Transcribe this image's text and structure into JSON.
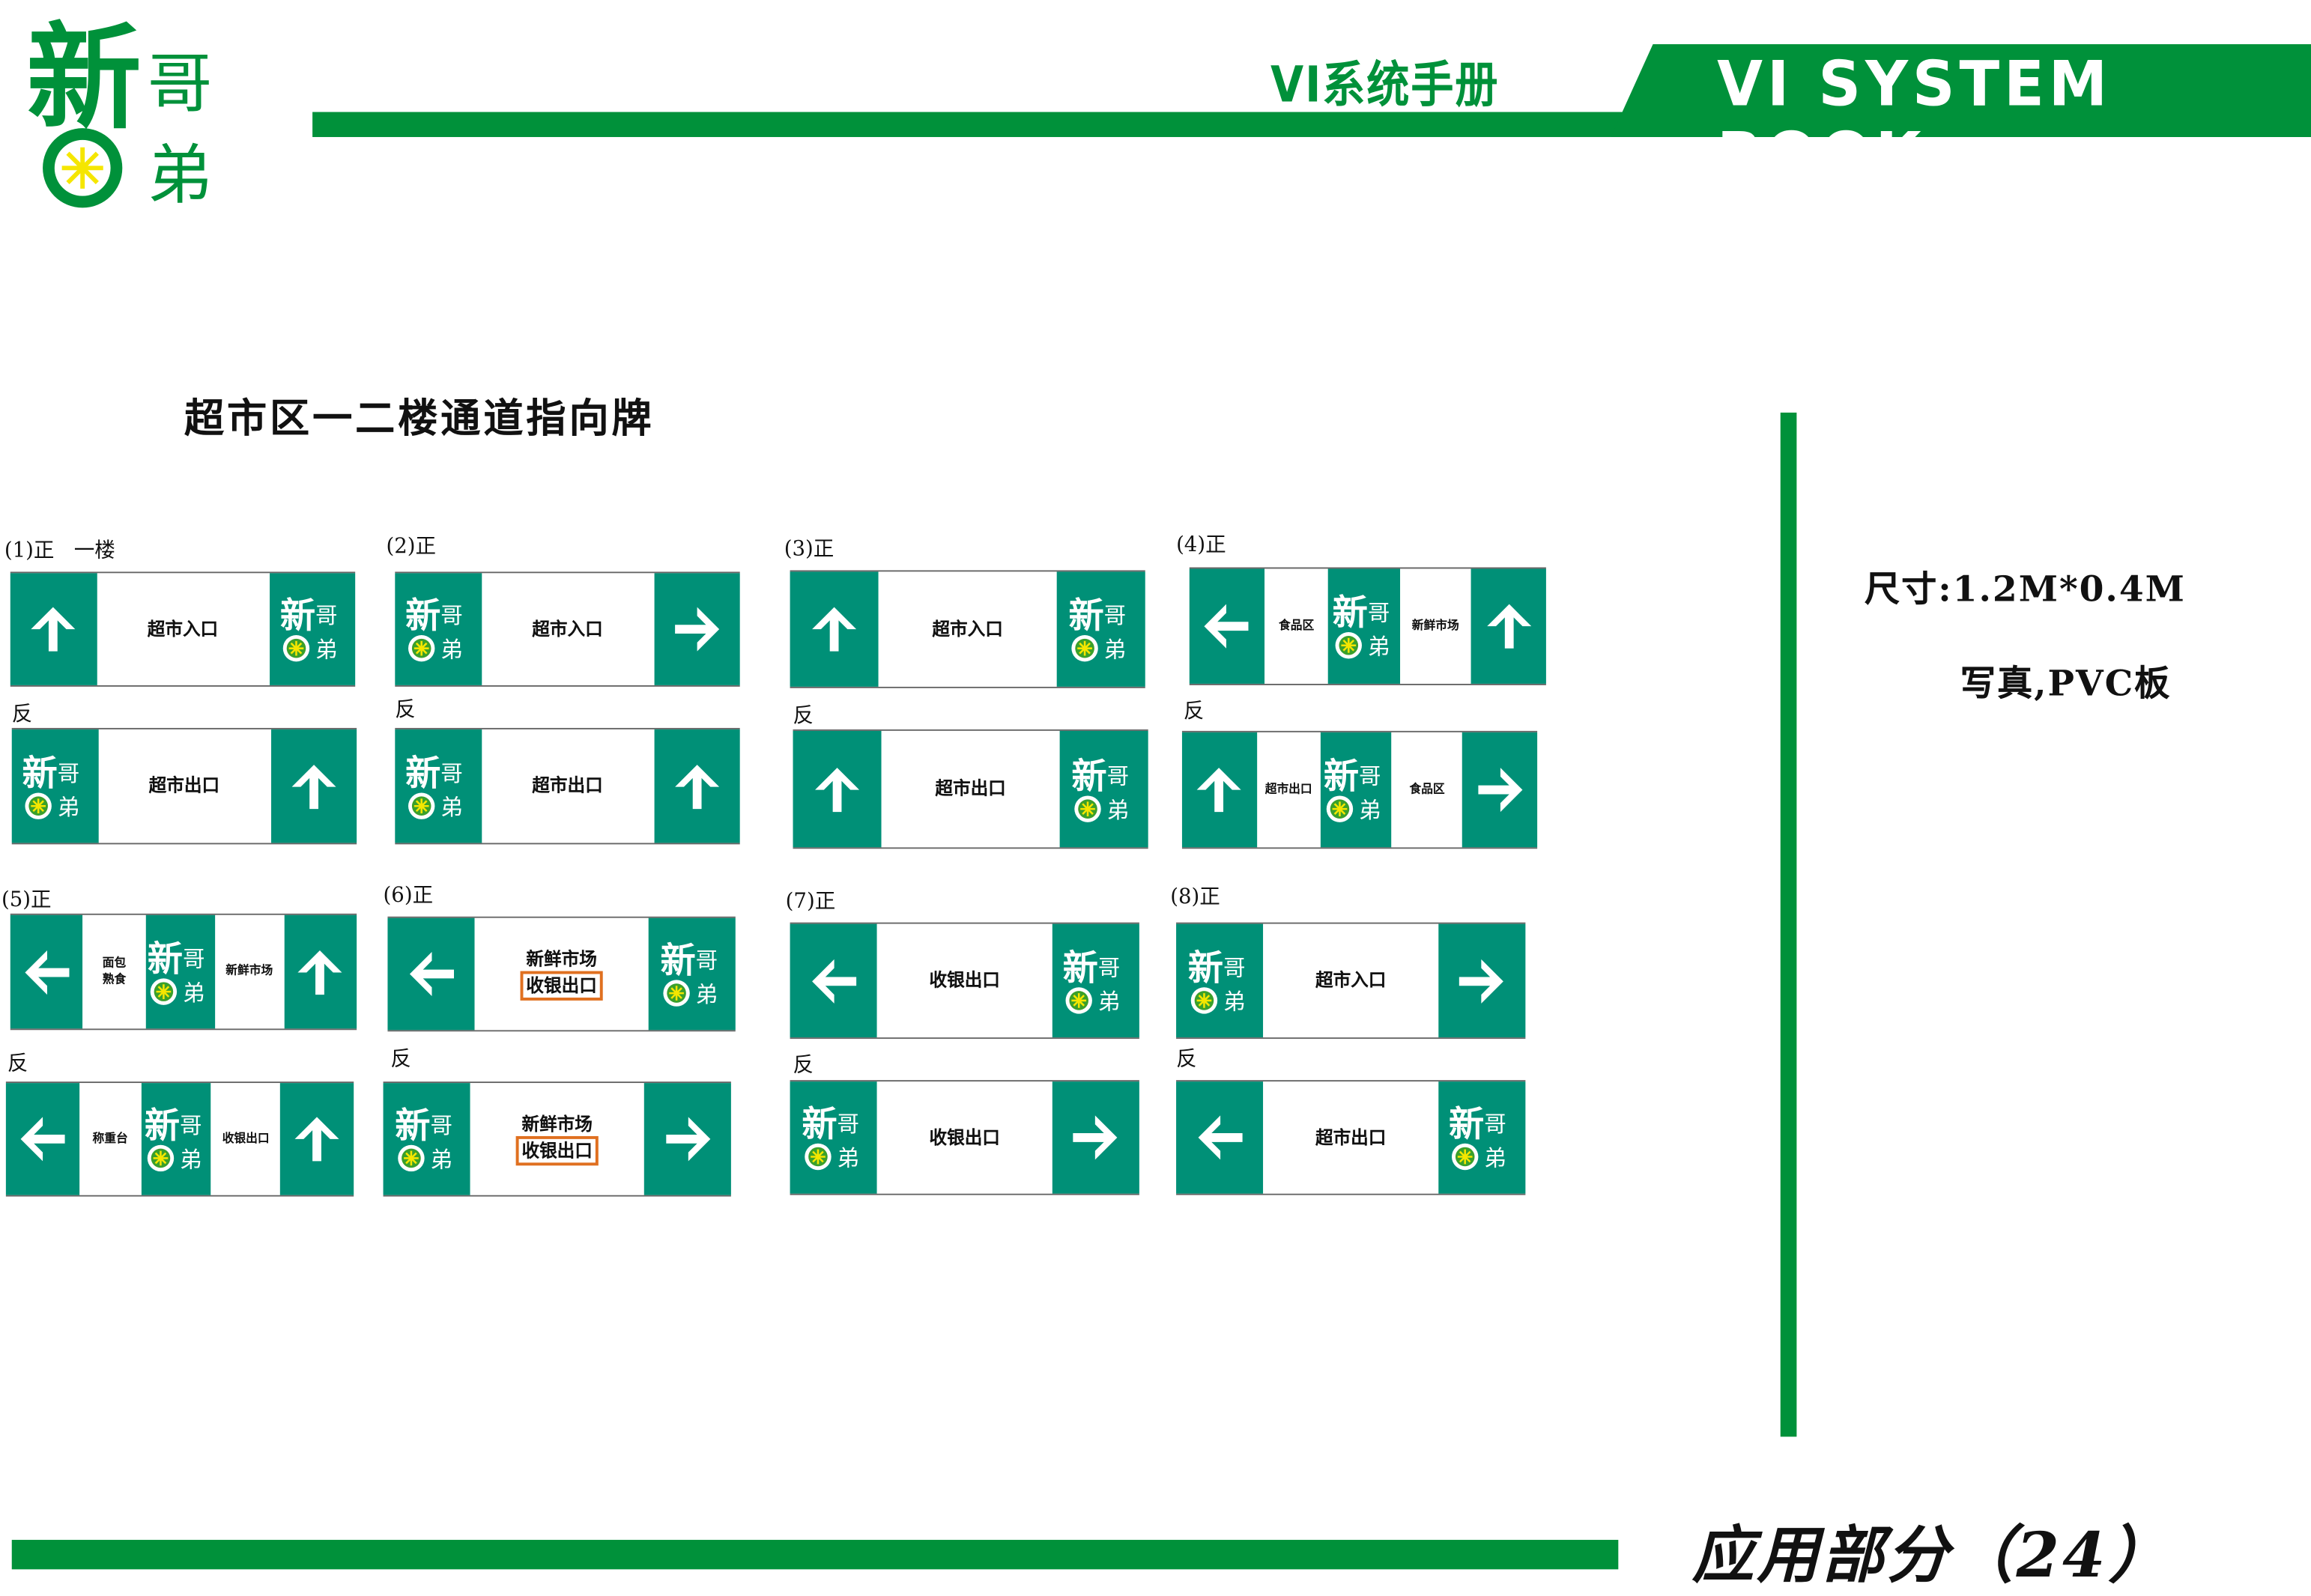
{
  "header": {
    "logo_text": "新哥弟",
    "title_cn": "VI系统手册",
    "title_en": "VI SYSTEM BOOK"
  },
  "page_title": "超市区一二楼通道指向牌",
  "specs": {
    "size": "尺寸:1.2M*0.4M",
    "material": "写真,PVC板"
  },
  "footer": {
    "section": "应用部分（24）"
  },
  "colors": {
    "brand_green": "#00913a",
    "sign_teal": "#009077",
    "highlight_orange": "#e07020",
    "logo_yellow": "#f5e600"
  },
  "signs": [
    {
      "label_front": "(1)正   一楼",
      "label_back": "反",
      "front": [
        {
          "t": "arrow",
          "dir": "up"
        },
        {
          "t": "text",
          "lines": [
            "超市入口"
          ]
        },
        {
          "t": "logo"
        }
      ],
      "back": [
        {
          "t": "logo"
        },
        {
          "t": "text",
          "lines": [
            "超市出口"
          ]
        },
        {
          "t": "arrow",
          "dir": "up"
        }
      ]
    },
    {
      "label_front": "(2)正",
      "label_back": "反",
      "front": [
        {
          "t": "logo"
        },
        {
          "t": "text",
          "lines": [
            "超市入口"
          ]
        },
        {
          "t": "arrow",
          "dir": "right"
        }
      ],
      "back": [
        {
          "t": "logo"
        },
        {
          "t": "text",
          "lines": [
            "超市出口"
          ]
        },
        {
          "t": "arrow",
          "dir": "up"
        }
      ]
    },
    {
      "label_front": "(3)正",
      "label_back": "反",
      "front": [
        {
          "t": "arrow",
          "dir": "up"
        },
        {
          "t": "text",
          "lines": [
            "超市入口"
          ]
        },
        {
          "t": "logo"
        }
      ],
      "back": [
        {
          "t": "arrow",
          "dir": "up"
        },
        {
          "t": "text",
          "lines": [
            "超市出口"
          ]
        },
        {
          "t": "logo"
        }
      ]
    },
    {
      "label_front": "(4)正",
      "label_back": "反",
      "front": [
        {
          "t": "arrow",
          "dir": "left"
        },
        {
          "t": "text",
          "lines": [
            "食品区"
          ]
        },
        {
          "t": "logo"
        },
        {
          "t": "text",
          "lines": [
            "新鲜市场"
          ]
        },
        {
          "t": "arrow",
          "dir": "up"
        }
      ],
      "back": [
        {
          "t": "arrow",
          "dir": "up"
        },
        {
          "t": "text",
          "lines": [
            "超市出口"
          ]
        },
        {
          "t": "logo"
        },
        {
          "t": "text",
          "lines": [
            "食品区"
          ]
        },
        {
          "t": "arrow",
          "dir": "right"
        }
      ]
    },
    {
      "label_front": "(5)正",
      "label_back": "反",
      "front": [
        {
          "t": "arrow",
          "dir": "left"
        },
        {
          "t": "text",
          "lines": [
            "面包",
            "熟食"
          ]
        },
        {
          "t": "logo"
        },
        {
          "t": "text",
          "lines": [
            "新鲜市场"
          ]
        },
        {
          "t": "arrow",
          "dir": "up"
        }
      ],
      "back": [
        {
          "t": "arrow",
          "dir": "left"
        },
        {
          "t": "text",
          "lines": [
            "称重台"
          ]
        },
        {
          "t": "logo"
        },
        {
          "t": "text",
          "lines": [
            "收银出口"
          ]
        },
        {
          "t": "arrow",
          "dir": "up"
        }
      ]
    },
    {
      "label_front": "(6)正",
      "label_back": "反",
      "front": [
        {
          "t": "arrow",
          "dir": "left"
        },
        {
          "t": "text",
          "lines": [
            "新鲜市场"
          ],
          "boxed": "收银出口"
        },
        {
          "t": "logo"
        }
      ],
      "back": [
        {
          "t": "logo"
        },
        {
          "t": "text",
          "lines": [
            "新鲜市场"
          ],
          "boxed": "收银出口"
        },
        {
          "t": "arrow",
          "dir": "right"
        }
      ]
    },
    {
      "label_front": "(7)正",
      "label_back": "反",
      "front": [
        {
          "t": "arrow",
          "dir": "left"
        },
        {
          "t": "text",
          "lines": [
            "收银出口"
          ]
        },
        {
          "t": "logo"
        }
      ],
      "back": [
        {
          "t": "logo"
        },
        {
          "t": "text",
          "lines": [
            "收银出口"
          ]
        },
        {
          "t": "arrow",
          "dir": "right"
        }
      ]
    },
    {
      "label_front": "(8)正",
      "label_back": "反",
      "front": [
        {
          "t": "logo"
        },
        {
          "t": "text",
          "lines": [
            "超市入口"
          ]
        },
        {
          "t": "arrow",
          "dir": "right"
        }
      ],
      "back": [
        {
          "t": "arrow",
          "dir": "left"
        },
        {
          "t": "text",
          "lines": [
            "超市出口"
          ]
        },
        {
          "t": "logo"
        }
      ]
    }
  ]
}
